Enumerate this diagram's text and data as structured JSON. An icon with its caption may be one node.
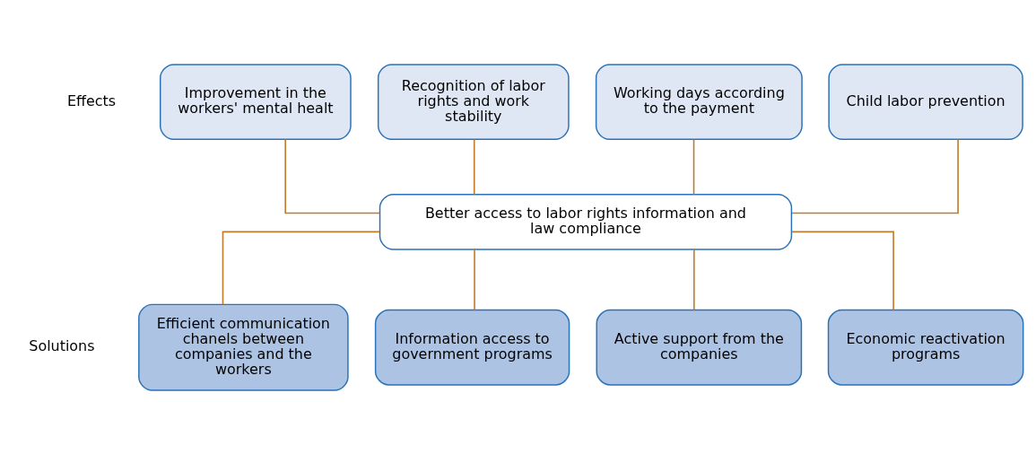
{
  "diagram": {
    "nodes": [
      {
        "text": [
          "Improvement in the workers' mental healt"
        ]
      },
      {
        "text": [
          "Recognition of labor rights and work stability"
        ]
      },
      {
        "text": [
          "Working days according to the payment"
        ]
      },
      {
        "text": [
          "Child labor prevention"
        ]
      },
      {
        "text": [
          "Better access to labor rights information and law compliance"
        ]
      },
      {
        "text": [
          "Efficient communication chanels between companies and the workers"
        ]
      },
      {
        "text": [
          "Information access to government programs"
        ]
      },
      {
        "text": [
          "Active support from the companies"
        ]
      },
      {
        "text": [
          "Economic reactivation programs"
        ]
      }
    ],
    "edges": [
      {
        "from": 0,
        "to": 4,
        "arrow": "none"
      },
      {
        "from": 1,
        "to": 4,
        "arrow": "none"
      },
      {
        "from": 2,
        "to": 4,
        "arrow": "none"
      },
      {
        "from": 3,
        "to": 4,
        "arrow": "none"
      },
      {
        "from": 4,
        "to": 5,
        "arrow": "none"
      },
      {
        "from": 4,
        "to": 6,
        "arrow": "none"
      },
      {
        "from": 4,
        "to": 7,
        "arrow": "none"
      },
      {
        "from": 4,
        "to": 8,
        "arrow": "none"
      }
    ],
    "labels": [
      "Effects",
      "Solutions"
    ]
  }
}
